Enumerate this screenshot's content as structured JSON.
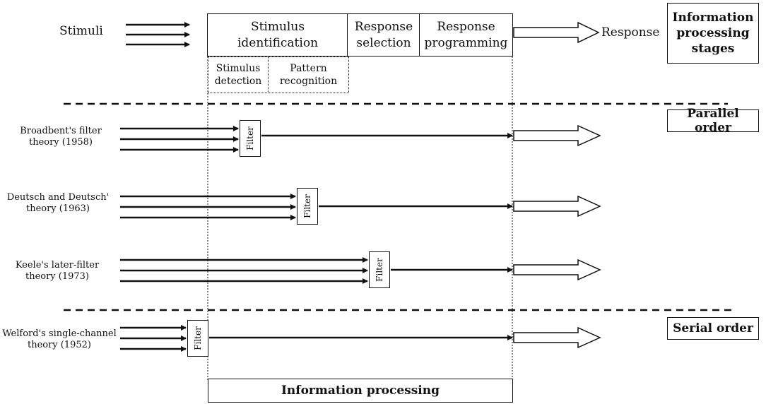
{
  "stimuli_label": "Stimuli",
  "response_label": "Response",
  "stages": {
    "stimulus_identification": "Stimulus identification",
    "response_selection": "Response selection",
    "response_programming": "Response programming",
    "stimulus_detection": "Stimulus detection",
    "pattern_recognition": "Pattern recognition"
  },
  "right_labels": {
    "info_stages": "Information processing stages",
    "parallel": "Parallel order",
    "serial": "Serial order"
  },
  "theories": [
    {
      "name": "Broadbent's filter theory (1958)"
    },
    {
      "name": "Deutsch and Deutsch' theory (1963)"
    },
    {
      "name": "Keele's later-filter theory (1973)"
    },
    {
      "name": "Welford's single-channel theory (1952)"
    }
  ],
  "filter_label": "Filter",
  "bottom_label": "Information processing"
}
